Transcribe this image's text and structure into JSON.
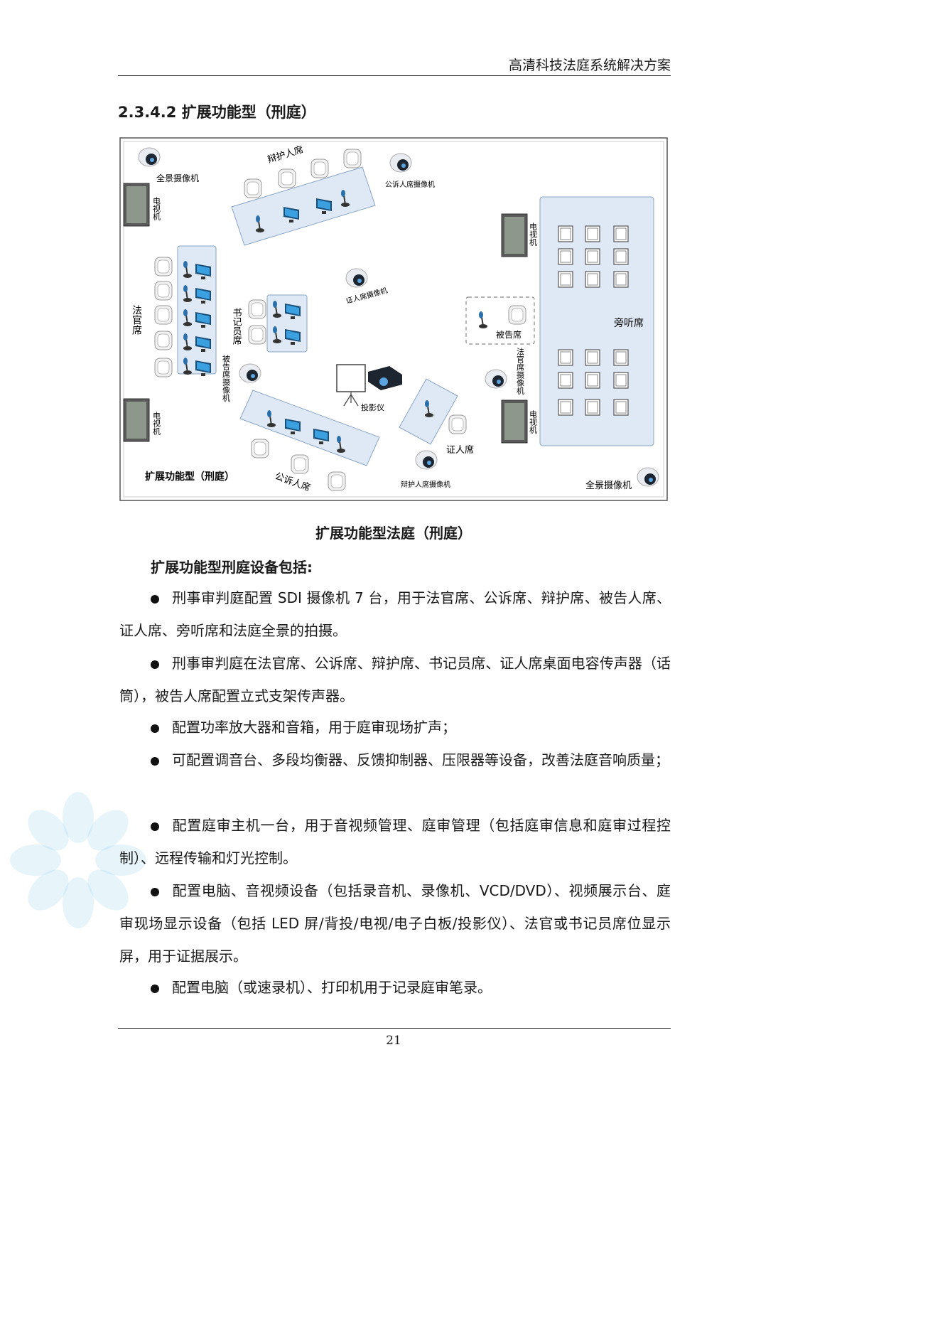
{
  "header": {
    "title": "高清科技法庭系统解决方案"
  },
  "section": {
    "title": "2.3.4.2 扩展功能型（刑庭）"
  },
  "diagram": {
    "labels": {
      "panorama_camera_top": "全景摄像机",
      "tv_1": "电视机",
      "defense_seat": "辩护人席",
      "prosecution_camera": "公诉人席摄像机",
      "judge_seat": "法官席",
      "clerk_seat": "书记员席",
      "witness_camera": "证人席摄像机",
      "defendant_camera": "被告席摄像机",
      "defendant_seat": "被告席",
      "gallery": "旁听席",
      "judge_camera": "法官席摄像机",
      "tv_2": "电视机",
      "tv_3": "电视机",
      "tv_4": "电视机",
      "projector": "投影仪",
      "witness_seat": "证人席",
      "prosecution_seat": "公诉人席",
      "defense_camera": "辩护人席摄像机",
      "panorama_camera_bottom": "全景摄像机",
      "diagram_title": "扩展功能型（刑庭）"
    }
  },
  "caption": "扩展功能型法庭（刑庭）",
  "intro": "扩展功能型刑庭设备包括:",
  "bullets": [
    "刑事审判庭配置 SDI 摄像机 7 台，用于法官席、公诉席、辩护席、被告人席、证人席、旁听席和法庭全景的拍摄。",
    "刑事审判庭在法官席、公诉席、辩护席、书记员席、证人席桌面电容传声器（话筒），被告人席配置立式支架传声器。",
    "配置功率放大器和音箱，用于庭审现场扩声；",
    "可配置调音台、多段均衡器、反馈抑制器、压限器等设备，改善法庭音响质量；",
    "配置庭审主机一台，用于音视频管理、庭审管理（包括庭审信息和庭审过程控制）、远程传输和灯光控制。",
    "配置电脑、音视频设备（包括录音机、录像机、VCD/DVD）、视频展示台、庭审现场显示设备（包括 LED 屏/背投/电视/电子白板/投影仪）、法官或书记员席位显示屏，用于证据展示。",
    "配置电脑（或速录机）、打印机用于记录庭审笔录。"
  ],
  "page_number": "21"
}
